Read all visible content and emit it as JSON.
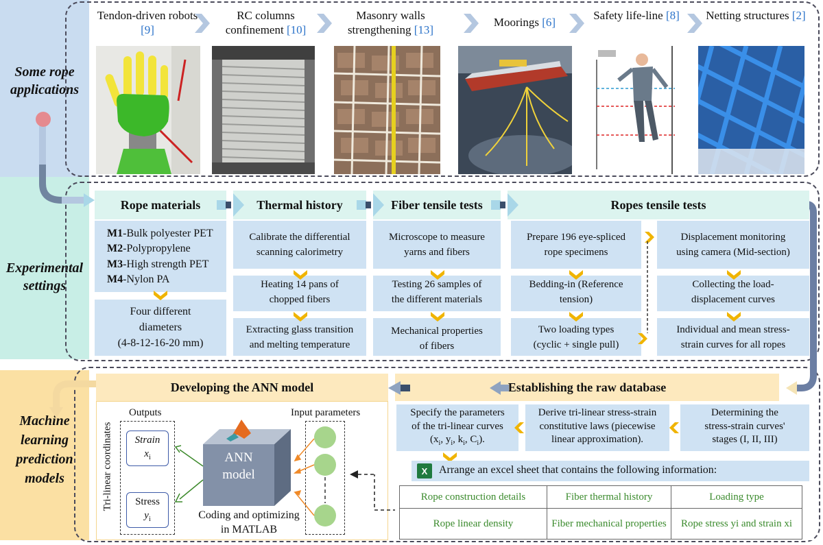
{
  "bands": {
    "applications": "Some rope applications",
    "experimental": "Experimental settings",
    "ml": "Machine learning prediction models"
  },
  "applications": [
    {
      "title": "Tendon-driven robots",
      "ref": "[9]"
    },
    {
      "title": "RC columns confinement",
      "ref": "[10]"
    },
    {
      "title": "Masonry walls strengthening",
      "ref": "[13]"
    },
    {
      "title": "Moorings",
      "ref": "[6]"
    },
    {
      "title": "Safety life-line",
      "ref": "[8]"
    },
    {
      "title": "Netting structures",
      "ref": "[2]"
    }
  ],
  "experimental": {
    "rope_materials": {
      "title": "Rope materials",
      "items": [
        {
          "code": "M1",
          "name": "-Bulk polyester PET"
        },
        {
          "code": "M2",
          "name": "-Polypropylene"
        },
        {
          "code": "M3",
          "name": "-High strength PET"
        },
        {
          "code": "M4",
          "name": "-Nylon PA"
        }
      ],
      "diameters_line1": "Four different",
      "diameters_line2": "diameters",
      "diameters_line3": "(4-8-12-16-20 mm)"
    },
    "thermal_history": {
      "title": "Thermal history",
      "steps": [
        [
          "Calibrate the differential",
          "scanning calorimetry"
        ],
        [
          "Heating 14 pans of",
          "chopped fibers"
        ],
        [
          "Extracting glass transition",
          "and melting temperature"
        ]
      ]
    },
    "fiber_tests": {
      "title": "Fiber tensile tests",
      "steps": [
        [
          "Microscope to measure",
          "yarns and fibers"
        ],
        [
          "Testing 26 samples of",
          "the different materials"
        ],
        [
          "Mechanical properties",
          "of fibers"
        ]
      ]
    },
    "rope_tests": {
      "title": "Ropes tensile tests",
      "left_steps": [
        [
          "Prepare 196 eye-spliced",
          "rope specimens"
        ],
        [
          "Bedding-in (Reference",
          "tension)"
        ],
        [
          "Two loading types",
          "(cyclic + single pull)"
        ]
      ],
      "right_steps": [
        [
          "Displacement monitoring",
          "using camera (Mid-section)"
        ],
        [
          "Collecting the load-",
          "displacement curves"
        ],
        [
          "Individual and mean stress-",
          "strain curves for all ropes"
        ]
      ]
    }
  },
  "ml": {
    "ann_title": "Developing the ANN model",
    "outputs_label": "Outputs",
    "inputs_label": "Input parameters",
    "axis_label": "Tri-linear coordinates",
    "strain_name": "Strain",
    "strain_var": "x",
    "strain_sub": "i",
    "stress_name": "Stress",
    "stress_var": "y",
    "stress_sub": "i",
    "ann_box_line1": "ANN",
    "ann_box_line2": "model",
    "coding_line1": "Coding and optimizing",
    "coding_line2": "in MATLAB",
    "db_title": "Establishing the raw database",
    "db_steps": [
      [
        "Specify the parameters",
        "of the tri-linear curves",
        "(x",
        "i",
        ", y",
        "i",
        ", k",
        "i",
        ", C",
        "i",
        ")."
      ],
      [
        "Derive tri-linear stress-strain",
        "constitutive laws (piecewise",
        "linear approximation)."
      ],
      [
        "Determining the",
        "stress-strain curves'",
        "stages (I, II, III)"
      ]
    ],
    "excel_text": "Arrange an excel sheet that contains the following information:",
    "table": [
      [
        "Rope construction details",
        "Fiber thermal history",
        "Loading type"
      ],
      [
        "Rope linear density",
        "Fiber mechanical properties",
        "Rope stress yi and strain xi"
      ]
    ]
  },
  "colors": {
    "band1": "#c9dcf0",
    "band2": "#c8eee6",
    "band3": "#fbe0a3",
    "step_box": "#cfe2f3",
    "header_teal": "#dcf4ef",
    "header_orange": "#fde9be",
    "chevron": "#f0b400",
    "table_text": "#3a8a2c",
    "ref": "#2a72c9"
  },
  "icons": [
    "chevron-right-icon",
    "excel-icon",
    "matlab-icon",
    "neuron-node-icon",
    "arrow-icon"
  ]
}
